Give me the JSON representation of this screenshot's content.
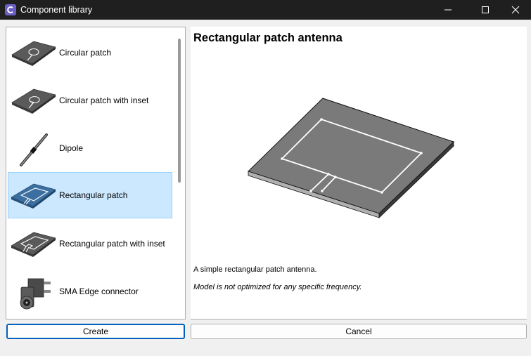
{
  "window": {
    "title": "Component library",
    "app_icon": "app-logo-icon",
    "controls": [
      "minimize-icon",
      "maximize-icon",
      "close-icon"
    ]
  },
  "components": [
    {
      "label": "Circular patch",
      "icon": "circular-patch-icon",
      "selected": false
    },
    {
      "label": "Circular patch with inset",
      "icon": "circular-patch-inset-icon",
      "selected": false
    },
    {
      "label": "Dipole",
      "icon": "dipole-icon",
      "selected": false
    },
    {
      "label": "Rectangular patch",
      "icon": "rectangular-patch-icon",
      "selected": true
    },
    {
      "label": "Rectangular patch with inset",
      "icon": "rectangular-patch-inset-icon",
      "selected": false
    },
    {
      "label": "SMA Edge connector",
      "icon": "sma-connector-icon",
      "selected": false
    }
  ],
  "preview": {
    "title": "Rectangular patch antenna",
    "description": "A simple rectangular patch antenna.",
    "note": "Model is not optimized for any specific frequency."
  },
  "buttons": {
    "create": "Create",
    "cancel": "Cancel"
  },
  "colors": {
    "titlebar": "#1f1f1f",
    "selection": "#cce8ff",
    "selection_border": "#99d1ff",
    "accent": "#005fb8",
    "substrate": "#7a7a7a"
  }
}
